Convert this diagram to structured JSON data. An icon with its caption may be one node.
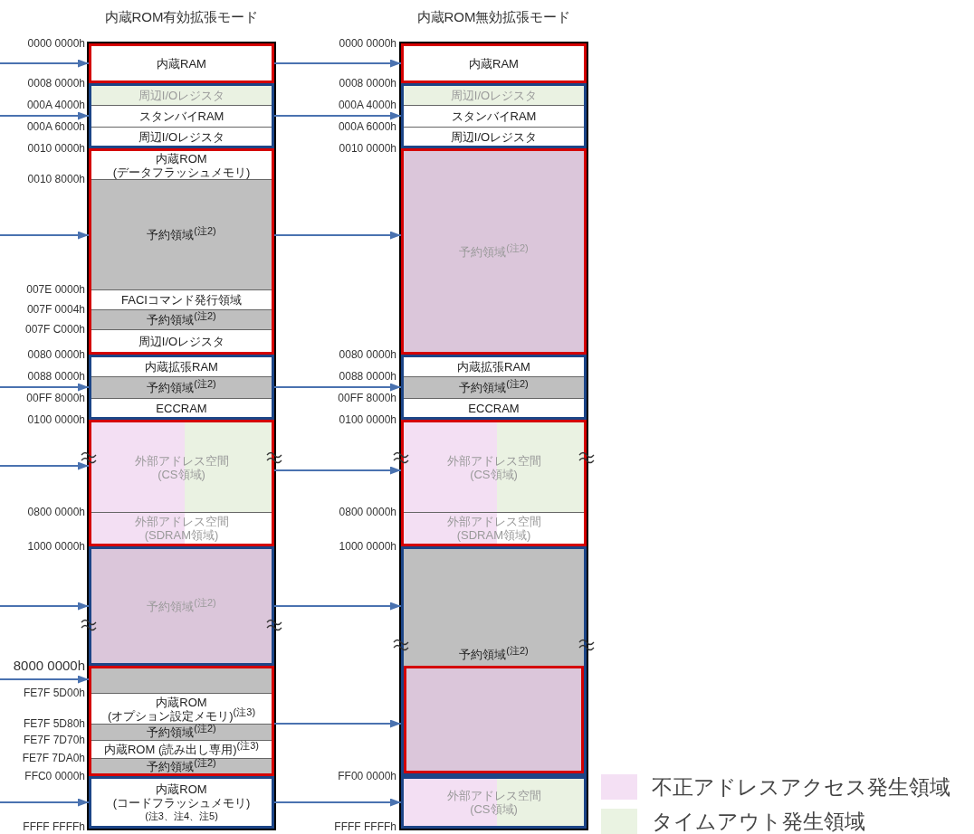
{
  "diagram": {
    "nodes": [
      {
        "text": [
          "内蔵RAM"
        ]
      },
      {
        "text": [],
        "shape": "box"
      },
      {
        "text": [
          "周辺I/Oレジスタ"
        ],
        "in": 1
      },
      {
        "text": [
          "スタンバイRAM"
        ],
        "in": 1
      },
      {
        "text": [
          "周辺I/Oレジスタ"
        ],
        "in": 1
      },
      {
        "text": [],
        "shape": "box"
      },
      {
        "text": [
          "内蔵ROM",
          "(データフラッシュメモリ)"
        ],
        "in": 5
      },
      {
        "text": [
          "予約領域$^{(注2)}$"
        ],
        "in": 5
      },
      {
        "text": [
          "FACIコマンド発行領域"
        ],
        "in": 5
      },
      {
        "text": [
          "予約領域$^{(注2)}$"
        ],
        "in": 5
      },
      {
        "text": [
          "周辺I/Oレジスタ"
        ],
        "in": 5
      },
      {
        "text": [],
        "shape": "box"
      },
      {
        "text": [
          "内蔵拡張RAM"
        ],
        "in": 11
      },
      {
        "text": [
          "予約領域$^{(注2)}$"
        ],
        "in": 11
      },
      {
        "text": [
          "ECCRAM"
        ],
        "in": 11
      },
      {
        "text": [],
        "shape": "box"
      },
      {
        "text": [
          "外部アドレス空間",
          "(CS領域)"
        ],
        "in": 15
      },
      {
        "text": [
          "外部アドレス空間",
          "(SDRAM領域)"
        ],
        "in": 15
      },
      {
        "text": [
          "予約領域$^{(注2)}$"
        ]
      },
      {
        "text": [],
        "shape": "box"
      },
      {
        "text": [],
        "shape": "box",
        "in": 19
      },
      {
        "text": [
          "内蔵ROM (オプション設定メモリ)$^{(注3)}$"
        ],
        "in": 19
      },
      {
        "text": [
          "予約領域$^{(注2)}$"
        ],
        "in": 19
      },
      {
        "text": [
          "内蔵ROM (読み出し専用)$^{(注3)}$"
        ],
        "in": 19
      },
      {
        "text": [
          "予約領域$^{(注2)}$"
        ],
        "in": 19
      },
      {
        "text": [
          "内蔵ROM",
          "(コードフラッシュメモリ)",
          "(注3、注4、注5)"
        ]
      },
      {
        "text": [
          "内蔵RAM"
        ]
      },
      {
        "text": [],
        "shape": "box"
      },
      {
        "text": [
          "周辺I/Oレジスタ"
        ],
        "in": 27
      },
      {
        "text": [
          "スタンバイRAM"
        ],
        "in": 27
      },
      {
        "text": [
          "周辺I/Oレジスタ"
        ],
        "in": 27
      },
      {
        "text": [
          "予約領域$^{(注2)}$"
        ]
      },
      {
        "text": [],
        "shape": "box"
      },
      {
        "text": [
          "内蔵拡張RAM"
        ],
        "in": 32
      },
      {
        "text": [
          "予約領域$^{(注2)}$"
        ],
        "in": 32
      },
      {
        "text": [
          "ECCRAM"
        ],
        "in": 32
      },
      {
        "text": [],
        "shape": "box"
      },
      {
        "text": [
          "外部アドレス空間",
          "(CS領域)"
        ],
        "in": 36
      },
      {
        "text": [
          "外部アドレス空間",
          "(SDRAM領域)"
        ],
        "in": 36
      },
      {
        "text": [
          "予約領域$^{(注2)}$"
        ]
      },
      {
        "text": [],
        "shape": "box",
        "in": 39
      },
      {
        "text": [
          "外部アドレス空間",
          "(CS領域)"
        ]
      }
    ],
    "edges": [
      {
        "from": null,
        "to": 0,
        "arrow": "to"
      },
      {
        "from": null,
        "to": 1,
        "arrow": "to"
      },
      {
        "from": null,
        "to": 5,
        "arrow": "to"
      },
      {
        "from": null,
        "to": 11,
        "arrow": "to"
      },
      {
        "from": null,
        "to": 15,
        "arrow": "to"
      },
      {
        "from": null,
        "to": 18,
        "arrow": "to"
      },
      {
        "from": null,
        "to": 19,
        "arrow": "to"
      },
      {
        "from": null,
        "to": 25,
        "arrow": "to"
      },
      {
        "from": 0,
        "to": 26,
        "arrow": "to"
      },
      {
        "from": 1,
        "to": 27,
        "arrow": "to"
      },
      {
        "from": 5,
        "to": 31,
        "arrow": "to"
      },
      {
        "from": 11,
        "to": 32,
        "arrow": "to"
      },
      {
        "from": 15,
        "to": 36,
        "arrow": "to"
      },
      {
        "from": 18,
        "to": 39,
        "arrow": "to"
      },
      {
        "from": 19,
        "to": 40,
        "arrow": "to"
      },
      {
        "from": 25,
        "to": 41,
        "arrow": "to"
      }
    ],
    "labels": [
      "内蔵ROM有効拡張モード",
      "内蔵ROM無効拡張モード",
      "0000 0000h",
      "0008 0000h",
      "000A 4000h",
      "000A 6000h",
      "0010 0000h",
      "0010 8000h",
      "007E 0000h",
      "007F 0004h",
      "007F C000h",
      "0080 0000h",
      "0088 0000h",
      "00FF 8000h",
      "0100 0000h",
      "0800 0000h",
      "1000 0000h",
      "8000 0000h",
      "FE7F 5D00h",
      "FE7F 5D80h",
      "FE7F 7D70h",
      "FE7F 7DA0h",
      "FFC0 0000h",
      "FFFF FFFFh",
      "0000 0000h",
      "0008 0000h",
      "000A 4000h",
      "000A 6000h",
      "0010 0000h",
      "0080 0000h",
      "0088 0000h",
      "00FF 8000h",
      "0100 0000h",
      "0800 0000h",
      "1000 0000h",
      "FF00 0000h",
      "FFFF FFFFh"
    ],
    "legend": [
      {
        "text": "不正アドレスアクセス発生領域",
        "color": "#f4e0f4"
      },
      {
        "text": "タイムアウト発生領域",
        "color": "#eaf3e2"
      }
    ]
  }
}
